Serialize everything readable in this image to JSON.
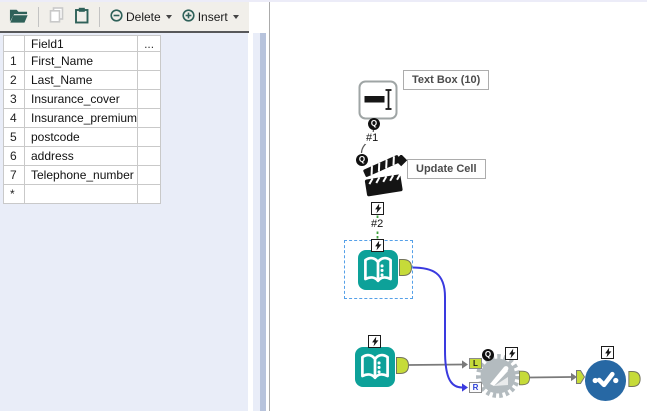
{
  "toolbar": {
    "delete_label": "Delete",
    "insert_label": "Insert",
    "icons": [
      "open-file-icon",
      "copy-icon",
      "paste-icon",
      "circle-minus-icon",
      "circle-plus-icon"
    ]
  },
  "grid": {
    "header": {
      "field": "Field1",
      "more": "..."
    },
    "rows": [
      {
        "n": "1",
        "v": "First_Name"
      },
      {
        "n": "2",
        "v": "Last_Name"
      },
      {
        "n": "3",
        "v": "Insurance_cover"
      },
      {
        "n": "4",
        "v": "Insurance_premium"
      },
      {
        "n": "5",
        "v": "postcode"
      },
      {
        "n": "6",
        "v": "address"
      },
      {
        "n": "7",
        "v": "Telephone_number"
      },
      {
        "n": "*",
        "v": ""
      }
    ]
  },
  "canvas": {
    "annotations": {
      "text_box": "Text Box (10)",
      "update_cell": "Update Cell"
    },
    "connection_labels": {
      "c1": "#1",
      "c2": "#2"
    },
    "anchors": {
      "q": "Q",
      "l": "L",
      "r": "R"
    },
    "tools": [
      "text-box-tool",
      "action-update-cell-tool",
      "text-input-tool-selected",
      "text-input-tool",
      "macro-gear-tool",
      "test-tool"
    ]
  },
  "colors": {
    "teal": "#0DA199",
    "lime": "#C6DB39",
    "wire-blue": "#3A3ADF",
    "test-blue": "#2768A4",
    "gear-gray": "#B3BBBF",
    "action-green": "#3FA13C",
    "select-blue": "#55A0E8",
    "panel-lav": "#E9EDF8",
    "scrollbar": "#B7C3DC",
    "toolbar-bg": "#F1EFEA",
    "icon-teal": "#2F6159"
  }
}
